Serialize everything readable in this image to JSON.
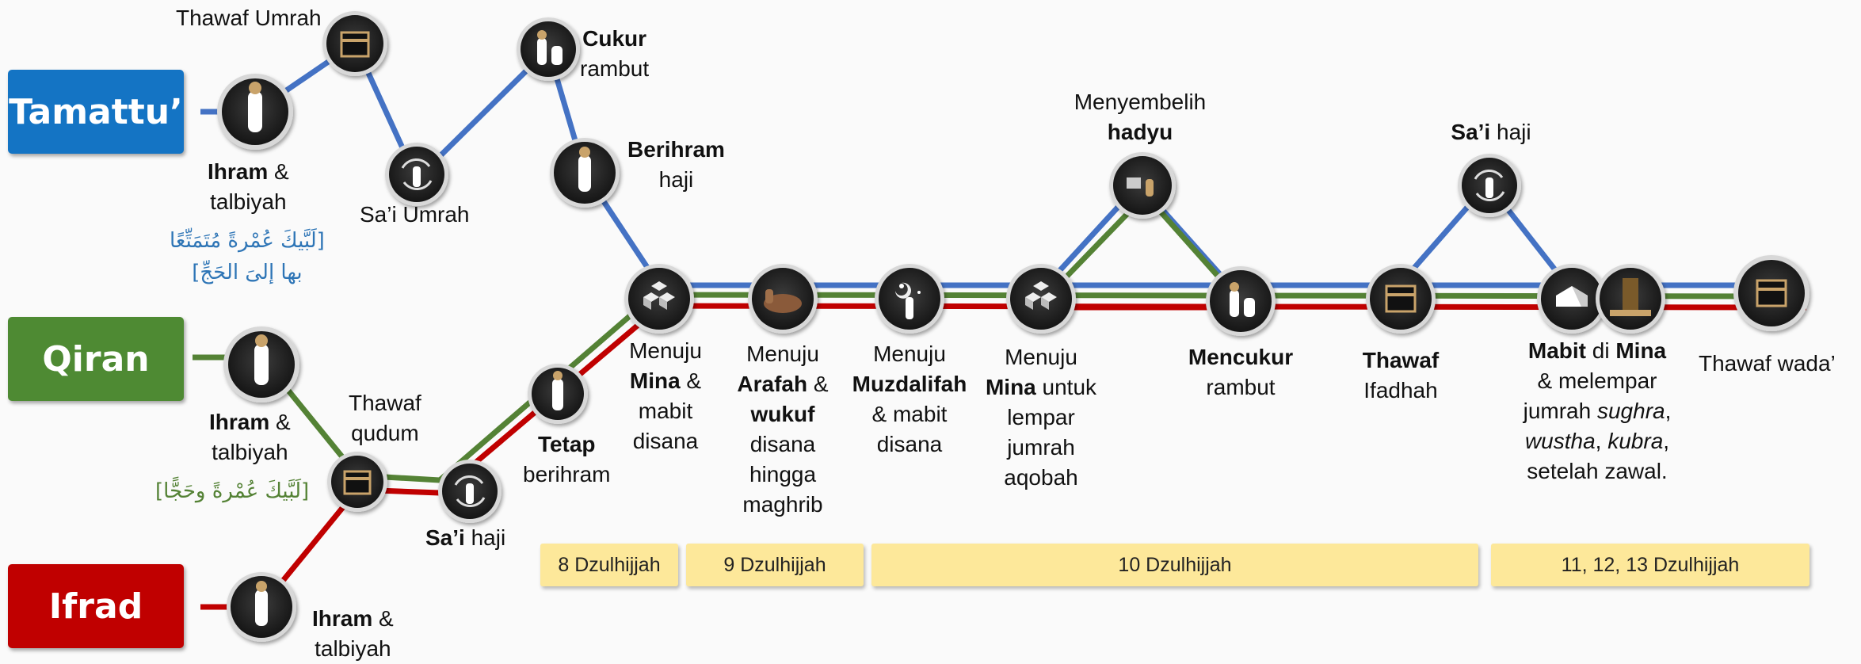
{
  "hajj_types": [
    {
      "id": "tamattu",
      "label": "Tamattu’",
      "color": "#1474c4"
    },
    {
      "id": "qiran",
      "label": "Qiran",
      "color": "#4e8a33"
    },
    {
      "id": "ifrad",
      "label": "Ifrad",
      "color": "#c00000"
    }
  ],
  "line_colors": {
    "tamattu": "#4472c4",
    "qiran": "#548235",
    "ifrad": "#c00000"
  },
  "steps": {
    "tamattu_ihram": {
      "b": "Ihram",
      "r": " &",
      "l2": "talbiyah"
    },
    "thawaf_umrah": {
      "t": "Thawaf Umrah"
    },
    "sai_umrah": {
      "t": "Sa’i Umrah"
    },
    "cukur": {
      "b": "Cukur",
      "l2": "rambut"
    },
    "berihram": {
      "b": "Berihram",
      "l2": "haji"
    },
    "qiran_ihram": {
      "b": "Ihram",
      "r": " &",
      "l2": "talbiyah"
    },
    "thawaf_qudum": {
      "l1": "Thawaf",
      "l2": "qudum"
    },
    "sai_haji_left": {
      "b": "Sa’i",
      "r": " haji"
    },
    "tetap": {
      "b": "Tetap",
      "l2": "berihram"
    },
    "ifrad_ihram": {
      "b": "Ihram",
      "r": " &",
      "l2": "talbiyah"
    },
    "menuju_mina": {
      "l1": "Menuju",
      "b2": "Mina",
      "r2": " &",
      "l3": "mabit",
      "l4": "disana"
    },
    "menuju_arafah": {
      "l1": "Menuju",
      "b2a": "Arafah",
      "r2": " &",
      "b3": "wukuf",
      "l4": "disana",
      "l5": "hingga",
      "l6": "maghrib"
    },
    "menuju_muzdalifah": {
      "l1": "Menuju",
      "b2": "Muzdalifah",
      "l3": "& mabit",
      "l4": "disana"
    },
    "menuju_mina_lempar": {
      "l1": "Menuju",
      "b2": "Mina",
      "r2": " untuk",
      "l3": "lempar",
      "l4": "jumrah",
      "l5": "aqobah"
    },
    "hadyu": {
      "l1": "Menyembelih",
      "b2": "hadyu"
    },
    "mencukur": {
      "b": "Mencukur",
      "l2": "rambut"
    },
    "thawaf_ifadhah": {
      "b": "Thawaf",
      "l2": "Ifadhah"
    },
    "sai_haji_right": {
      "b": "Sa’i",
      "r": " haji"
    },
    "mabit_mina": {
      "b1": "Mabit",
      "m1": " di ",
      "b1b": "Mina",
      "l2": "& melempar",
      "l3a": "jumrah ",
      "i3": "sughra",
      "l3b": ",",
      "i4a": "wustha",
      "l4a": ", ",
      "i4b": "kubra",
      "l4b": ",",
      "l5": "setelah zawal."
    },
    "thawaf_wada": {
      "t": "Thawaf wada’"
    }
  },
  "niat": {
    "tamattu_l1": "[لَبَّيكَ عُمْرةً مُتَمَتِّعًا",
    "tamattu_l2": "بها إلىَ الحَجِّ]",
    "qiran": "[لَبَّيكَ عُمْرةً وحَجًّا]"
  },
  "dates": [
    "8 Dzulhijjah",
    "9 Dzulhijjah",
    "10 Dzulhijjah",
    "11, 12, 13 Dzulhijjah"
  ]
}
